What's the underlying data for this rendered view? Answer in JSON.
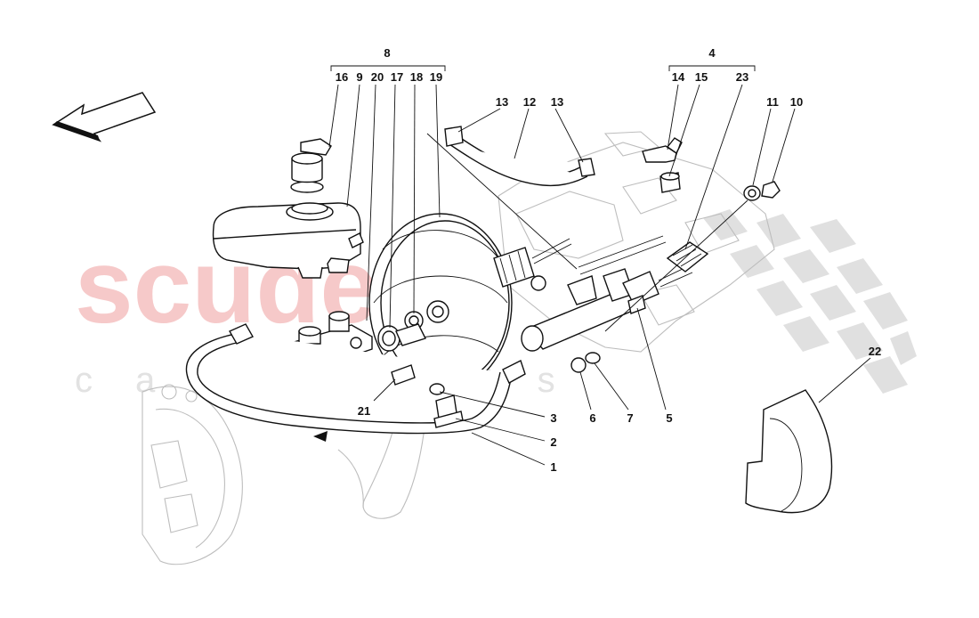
{
  "watermark": {
    "brand": "scuderia",
    "sub": "car parts"
  },
  "labels": {
    "l1": "1",
    "l2": "2",
    "l3": "3",
    "l4": "4",
    "l5": "5",
    "l6": "6",
    "l7": "7",
    "l8": "8",
    "l9": "9",
    "l10": "10",
    "l11": "11",
    "l12": "12",
    "l13a": "13",
    "l13b": "13",
    "l14": "14",
    "l15": "15",
    "l16": "16",
    "l17": "17",
    "l18": "18",
    "l19": "19",
    "l20": "20",
    "l21": "21",
    "l22": "22",
    "l23": "23"
  },
  "colors": {
    "watermark_red": "#f6c9c9",
    "checker": "#d6d6d6",
    "line": "#111111",
    "ghost": "#bdbdbd"
  },
  "icons": {
    "direction": "direction-arrow-icon"
  }
}
